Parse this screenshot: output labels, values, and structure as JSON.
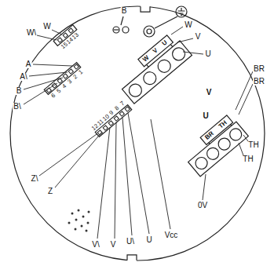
{
  "diagram": {
    "labels": [
      "B",
      "W\\",
      "W",
      "15",
      "14",
      "13",
      "W",
      "V",
      "U",
      "W",
      "V",
      "U",
      "A",
      "A\\",
      "B",
      "B\\",
      "6",
      "5",
      "4",
      "3",
      "2",
      "1",
      "V",
      "BR",
      "BR",
      "U",
      "BR",
      "TH",
      "TH",
      "TH",
      "12",
      "11",
      "10",
      "9",
      "8",
      "7",
      "Z\\",
      "Z",
      "0V",
      "V\\",
      "V",
      "U\\",
      "U",
      "Vcc"
    ]
  }
}
